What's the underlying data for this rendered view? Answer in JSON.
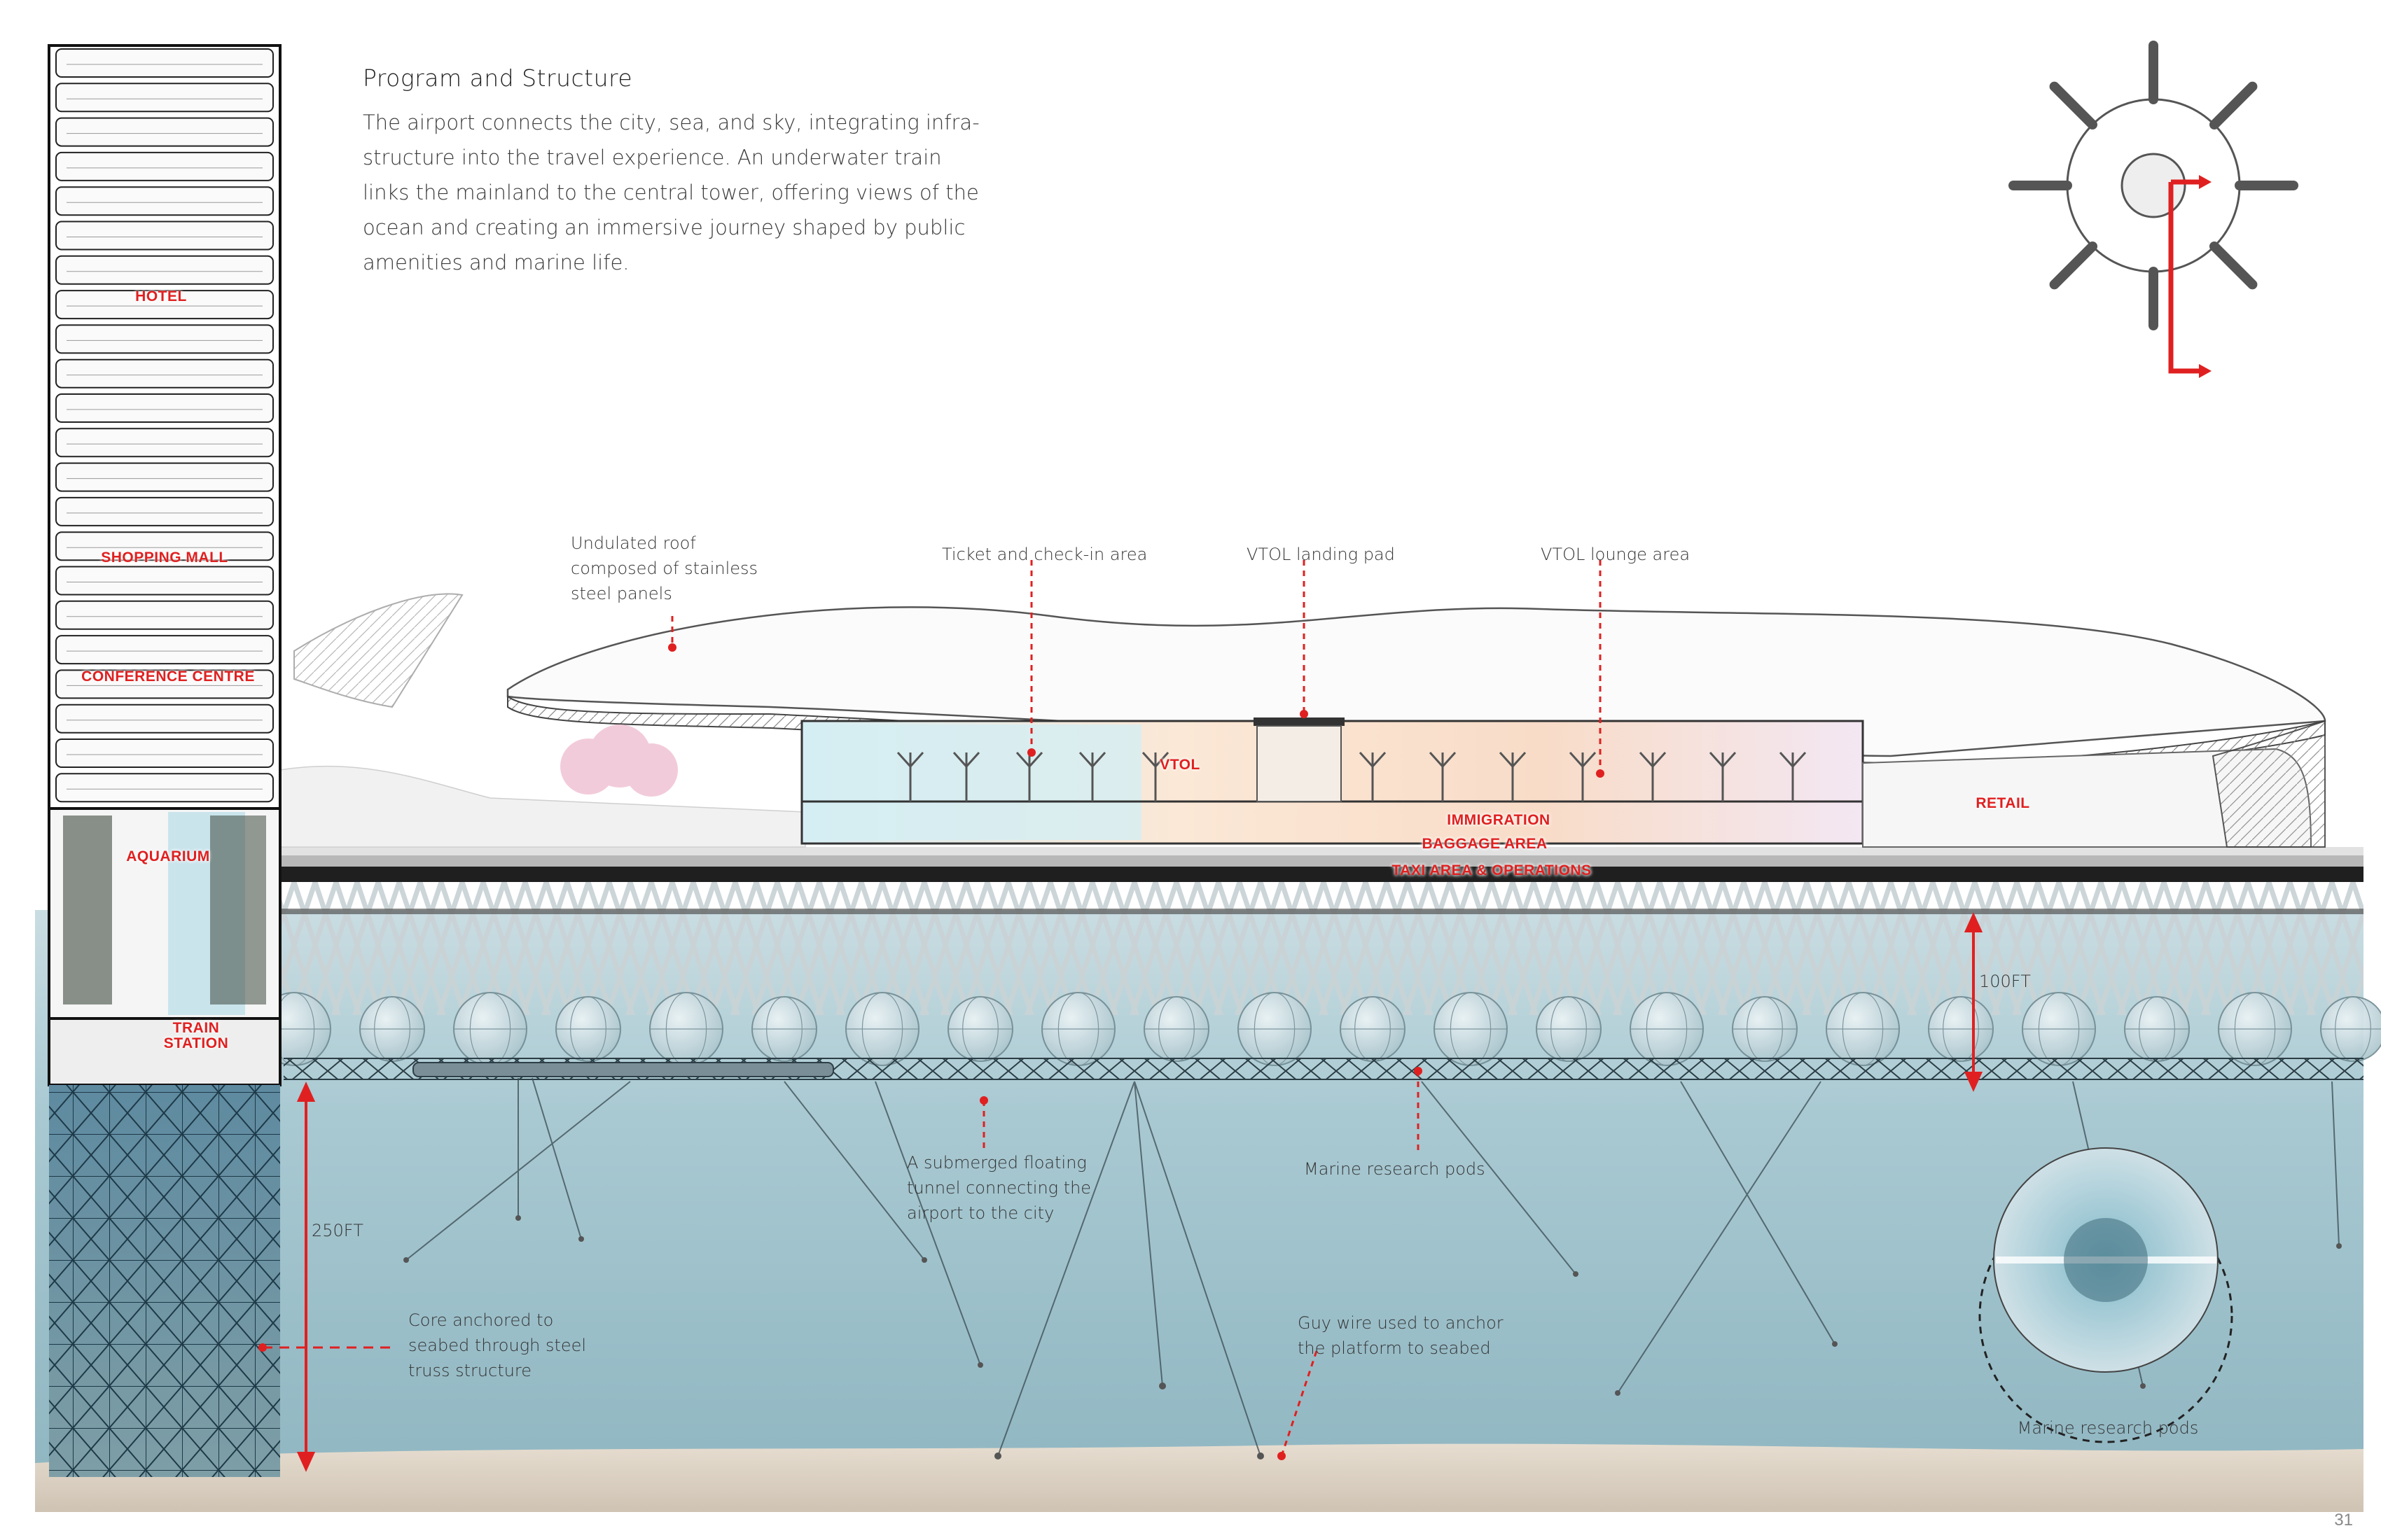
{
  "heading": "Program and Structure",
  "intro": "The airport connects the city, sea, and sky, integrating infra-structure into the travel experience. An underwater train links the mainland to the central tower, offering views of the ocean and creating an immersive journey shaped by public amenities and marine life.",
  "tower_labels": {
    "hotel": "HOTEL",
    "shopping_mall": "SHOPPING MALL",
    "conference_centre": "CONFERENCE CENTRE",
    "aquarium": "AQUARIUM",
    "train_station": "TRAIN STATION"
  },
  "terminal_labels": {
    "vtol": "VTOL",
    "retail": "RETAIL",
    "immigration": "IMMIGRATION",
    "baggage_area": "BAGGAGE AREA",
    "taxi_area": "TAXI AREA & OPERATIONS"
  },
  "callouts": {
    "roof": "Undulated roof composed of stainless steel panels",
    "ticket": "Ticket and check-in area",
    "vtol_pad": "VTOL landing pad",
    "vtol_lounge": "VTOL lounge area",
    "tunnel": "A submerged floating tunnel connecting the airport to the city",
    "marine_pods": "Marine research pods",
    "core": "Core anchored to seabed through steel truss structure",
    "guy_wire": "Guy wire used to anchor the platform to seabed",
    "pod_inset": "Marine research pods"
  },
  "dimensions": {
    "height_100": "100FT",
    "height_250": "250FT"
  },
  "page_number": "31",
  "colors": {
    "accent_red": "#e02020",
    "water": "#9fc2cc",
    "seabed": "#d8cdbf"
  }
}
